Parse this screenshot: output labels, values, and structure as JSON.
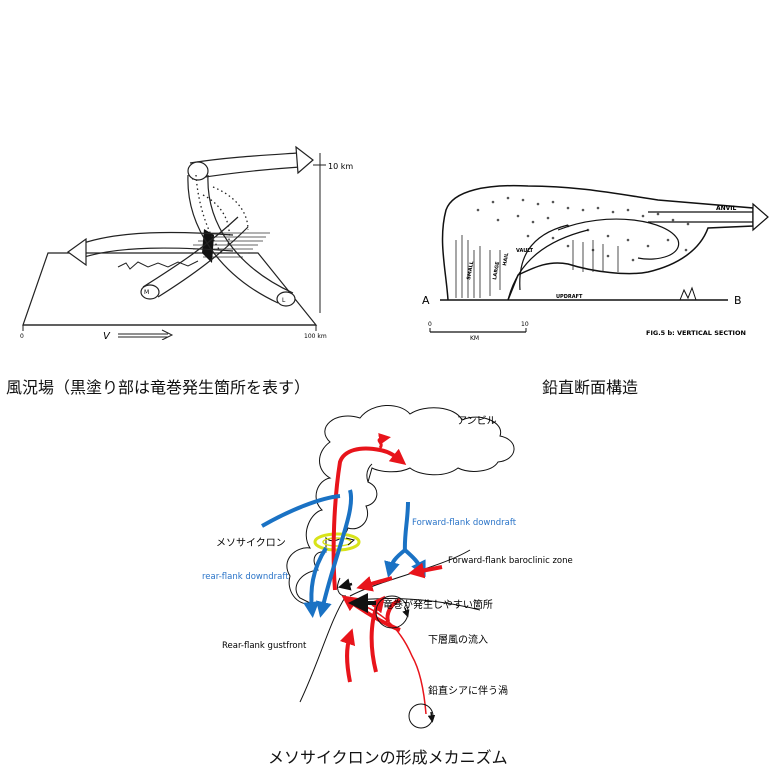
{
  "captions": {
    "wind_field": "風況場（黒塗り部は竜巻発生箇所を表す）",
    "vertical_section": "鉛直断面構造",
    "mechanism": "メソサイクロンの形成メカニズム"
  },
  "wind_field_figure": {
    "height_label": "10 km",
    "origin_label": "0",
    "distance_label": "100 km",
    "velocity_label": "V",
    "point_m": "M",
    "point_l": "L"
  },
  "section_figure": {
    "point_a": "A",
    "point_b": "B",
    "anvil": "ANVIL",
    "updraft": "UPDRAFT",
    "vault": "VAULT",
    "small": "SMALL",
    "large": "LARGE",
    "hail": "HAIL",
    "scale_0": "0",
    "scale_10": "10",
    "scale_unit": "KM",
    "fig_title": "FIG.5 b: VERTICAL SECTION"
  },
  "mechanism_figure": {
    "anvil": "アンビル",
    "mesocyclone": "メソサイクロン",
    "forward_flank_downdraft": "Forward-flank downdraft",
    "forward_flank_baroclinic_zone": "Forward-flank baroclinic zone",
    "rear_flank_downdraft": "rear-flank downdraft",
    "tornado_prone_area": "竜巻が発生しやすい箇所",
    "low_level_inflow": "下層風の流入",
    "rear_flank_gustfront": "Rear-flank gustfront",
    "vertical_shear_vortex": "鉛直シアに伴う渦"
  },
  "colors": {
    "updraft_red": "#e8141b",
    "downdraft_blue": "#1a72c4",
    "ring_yellow": "#d8e31a",
    "label_blue": "#2a74c8"
  }
}
